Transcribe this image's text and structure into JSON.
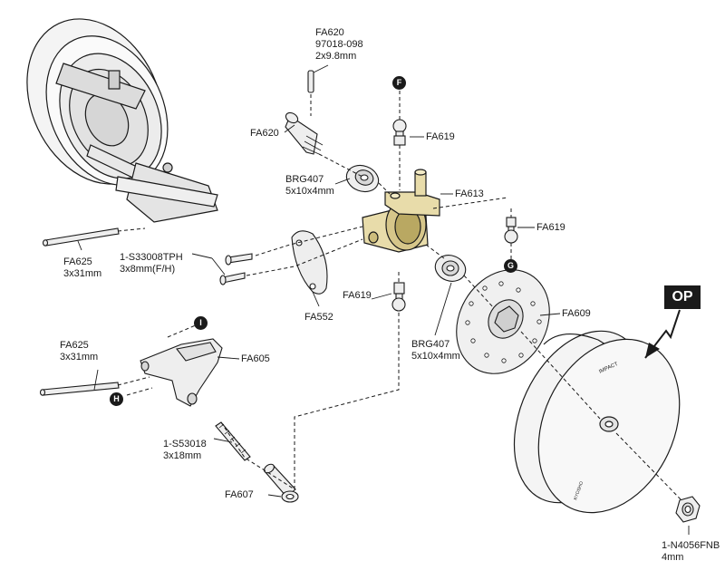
{
  "parts": {
    "fa620_pin": {
      "code": "FA620",
      "spec1": "97018-098",
      "spec2": "2x9.8mm"
    },
    "fa620_part": {
      "code": "FA620"
    },
    "fa619_top": {
      "code": "FA619"
    },
    "fa619_right": {
      "code": "FA619"
    },
    "fa619_bottom": {
      "code": "FA619"
    },
    "brg407_top": {
      "code": "BRG407",
      "spec": "5x10x4mm"
    },
    "brg407_bottom": {
      "code": "BRG407",
      "spec": "5x10x4mm"
    },
    "fa613": {
      "code": "FA613"
    },
    "fa625_top": {
      "code": "FA625",
      "spec": "3x31mm"
    },
    "fa625_bottom": {
      "code": "FA625",
      "spec": "3x31mm"
    },
    "screw_s33008tph": {
      "code": "1-S33008TPH",
      "spec": "3x8mm(F/H)"
    },
    "fa552": {
      "code": "FA552"
    },
    "fa609": {
      "code": "FA609"
    },
    "fa605": {
      "code": "FA605"
    },
    "screw_s53018": {
      "code": "1-S53018",
      "spec": "3x18mm"
    },
    "fa607": {
      "code": "FA607"
    },
    "nut_n4056fnb": {
      "code": "1-N4056FNB",
      "spec": "4mm"
    }
  },
  "markers": {
    "f": "F",
    "g": "G",
    "h": "H",
    "i": "I"
  },
  "badge": {
    "op": "OP"
  },
  "wheel_sidewall_text": {
    "front_face": "IMPACT",
    "rim_side": "KYOSHO"
  },
  "colors": {
    "line": "#1a1a1a",
    "highlight_part": "#e8dcaa",
    "highlight_shade": "#cdbd7c",
    "tire": "#f2f2f2"
  }
}
